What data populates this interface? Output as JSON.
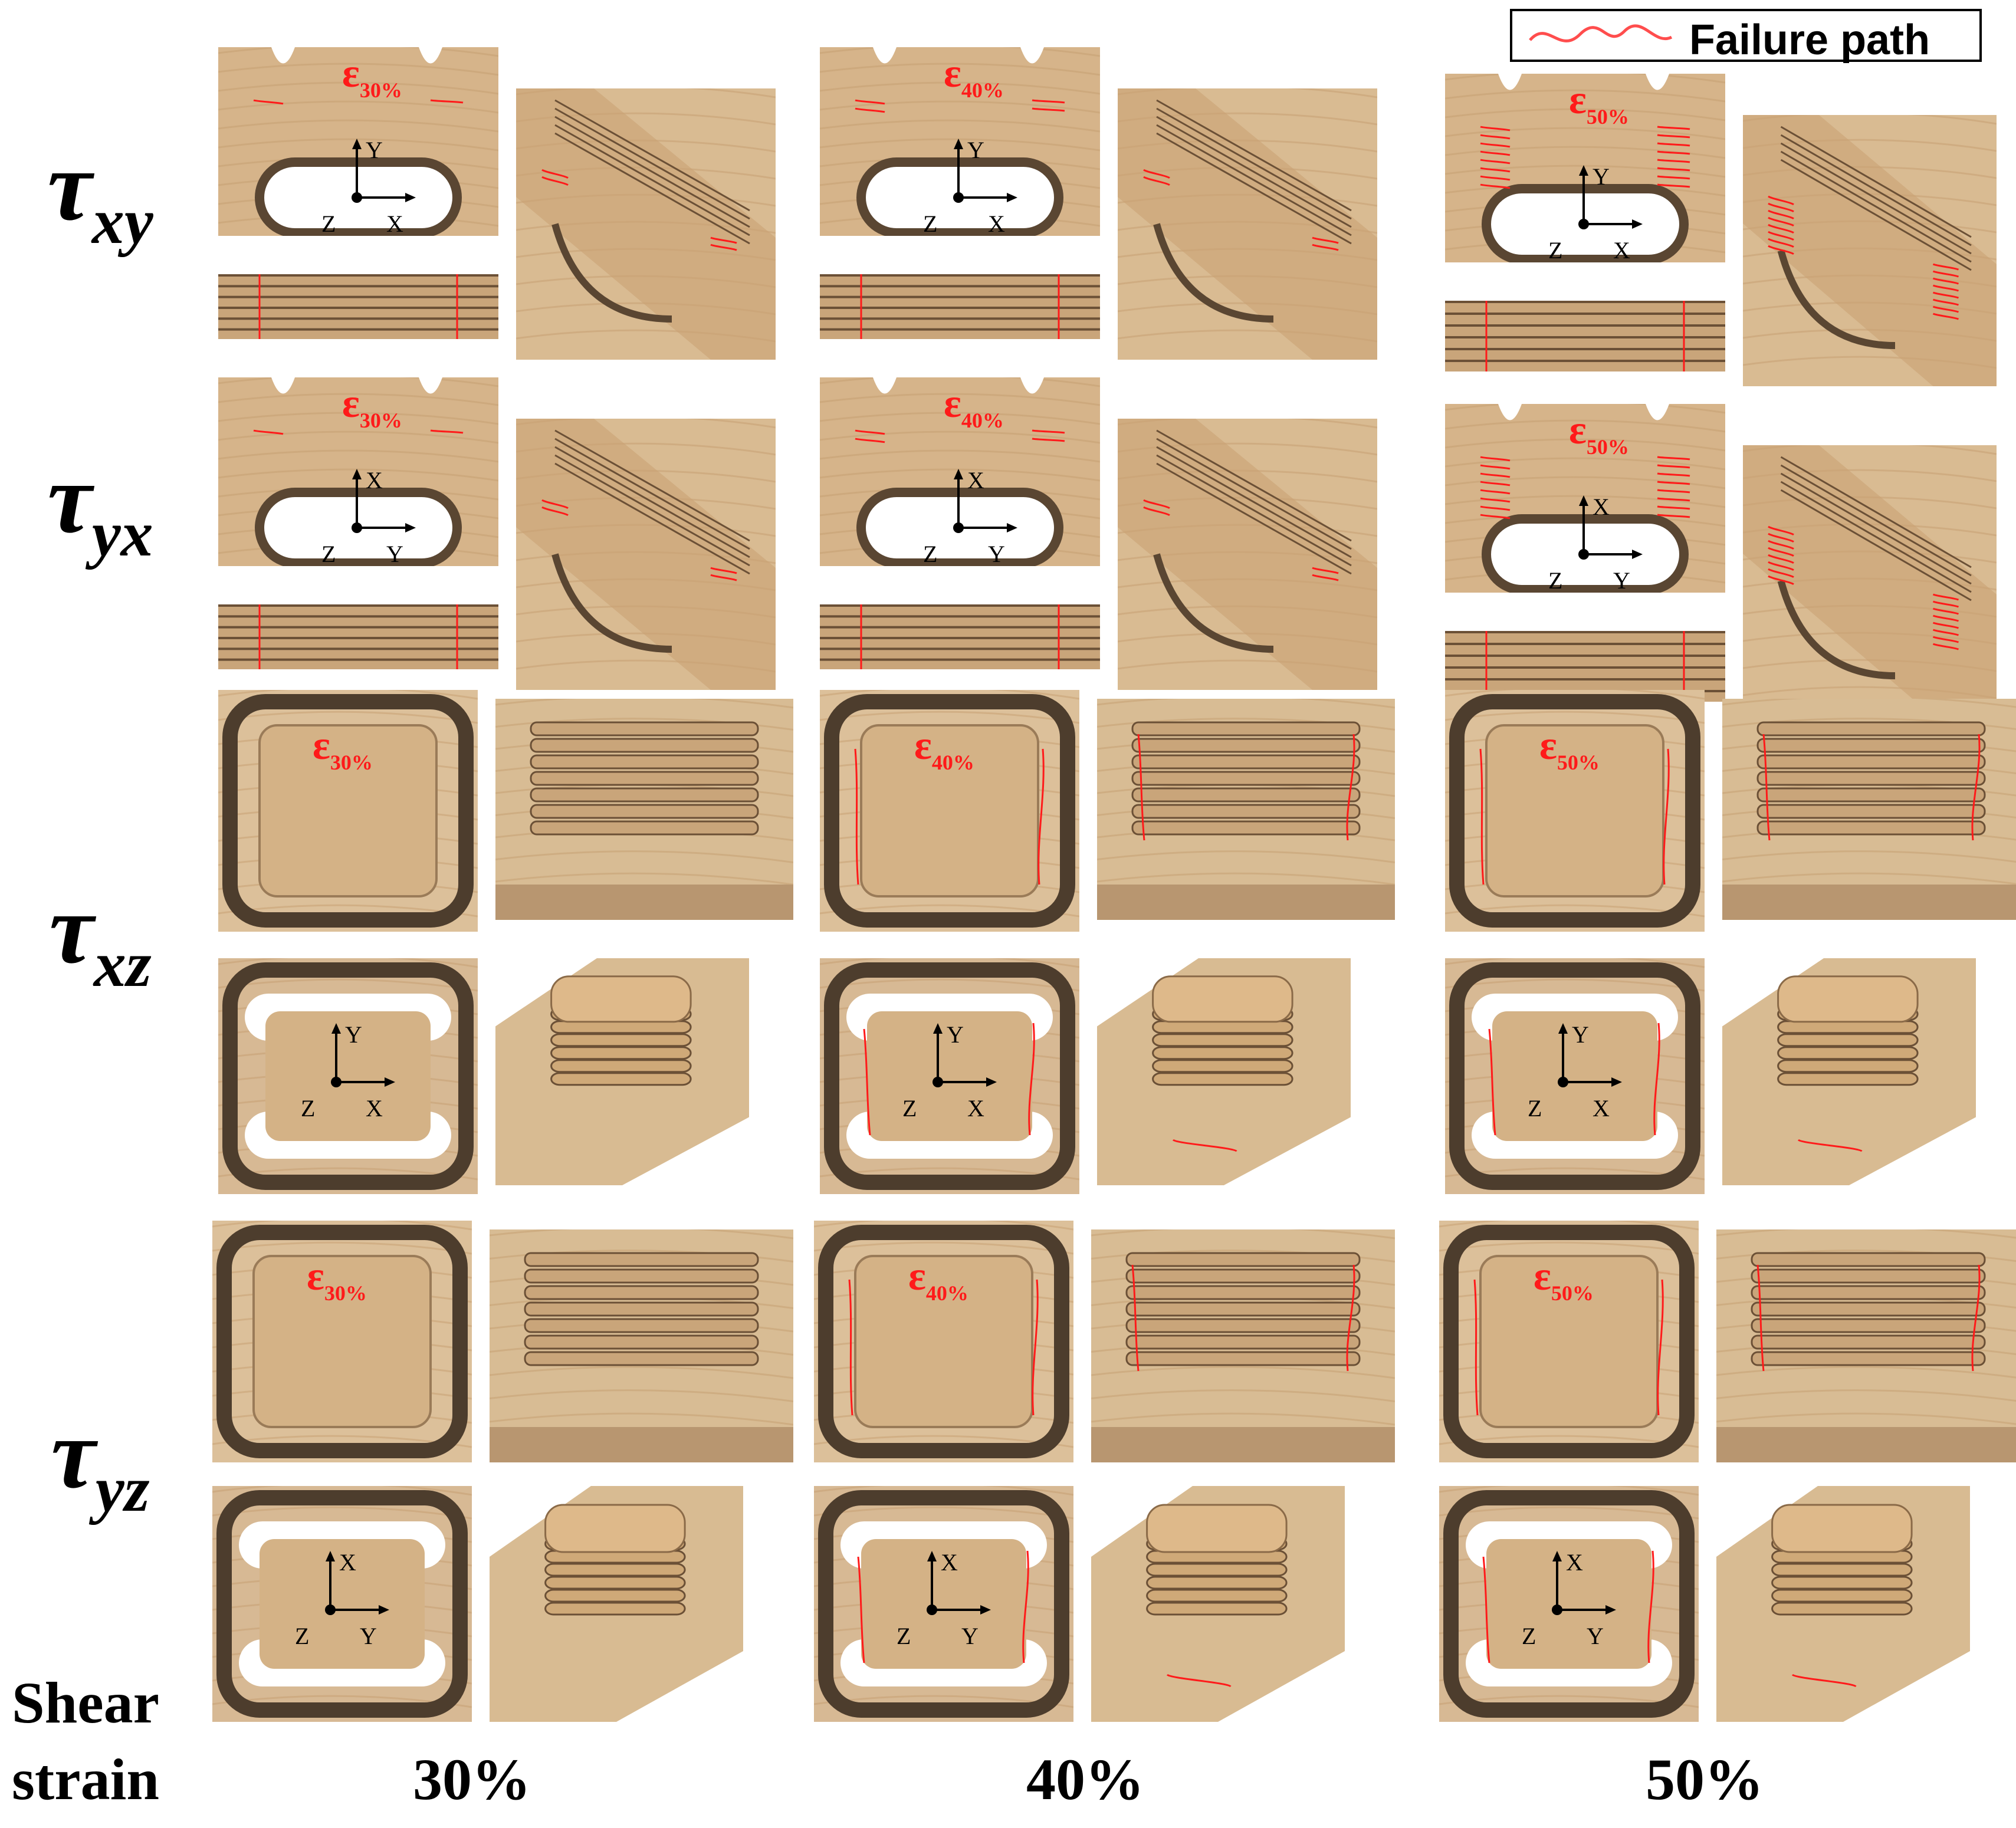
{
  "legend": {
    "label": "Failure path",
    "color": "#ff1a1a"
  },
  "rows": [
    {
      "sym": "τ",
      "sub": "xy"
    },
    {
      "sym": "τ",
      "sub": "yx"
    },
    {
      "sym": "τ",
      "sub": "xz"
    },
    {
      "sym": "τ",
      "sub": "yz"
    }
  ],
  "columns": [
    {
      "strain": "30%",
      "eps_sub": "30%"
    },
    {
      "strain": "40%",
      "eps_sub": "40%"
    },
    {
      "strain": "50%",
      "eps_sub": "50%"
    }
  ],
  "eps_symbol": "ε",
  "axes": {
    "xy": [
      "Y",
      "Z",
      "X"
    ],
    "yx": [
      "X",
      "Z",
      "Y"
    ],
    "xz": [
      "Y",
      "Z",
      "X"
    ],
    "yz": [
      "X",
      "Z",
      "Y"
    ]
  },
  "footer": {
    "line1": "Shear",
    "line2": "strain"
  }
}
